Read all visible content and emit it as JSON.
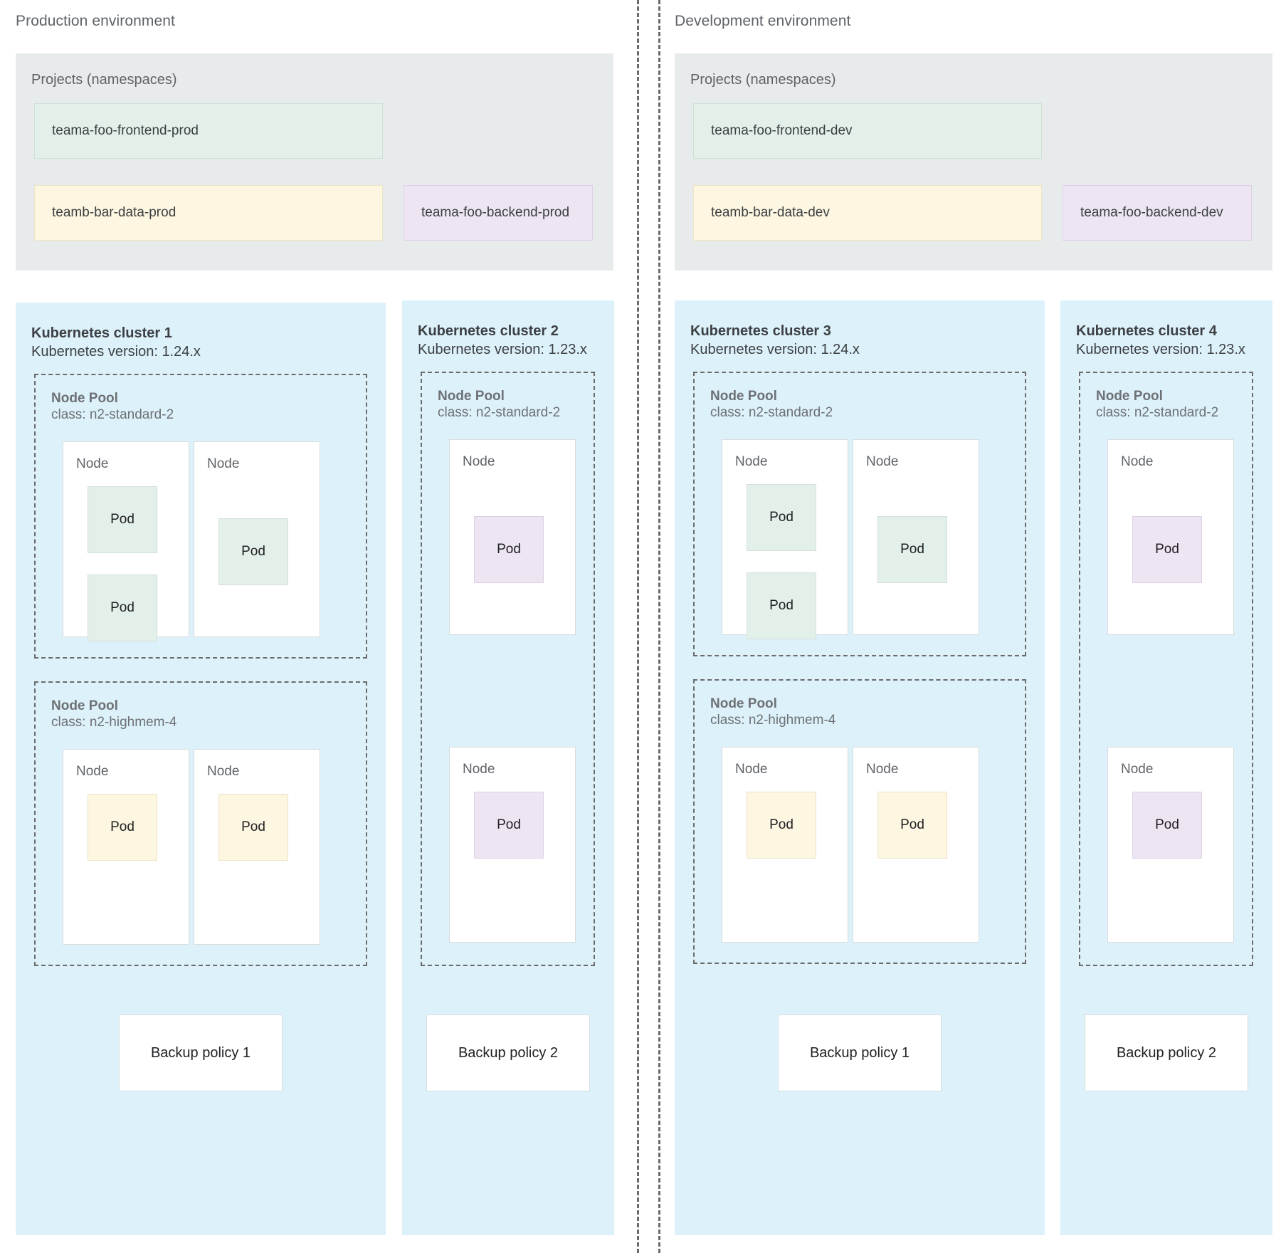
{
  "environments": [
    {
      "title": "Production environment",
      "namespaces_panel": {
        "title": "Projects (namespaces)",
        "items": [
          {
            "label": "teama-foo-frontend-prod",
            "color": "green"
          },
          {
            "label": "teamb-bar-data-prod",
            "color": "yellow"
          },
          {
            "label": "teama-foo-backend-prod",
            "color": "purple"
          }
        ]
      },
      "clusters": [
        {
          "title": "Kubernetes cluster 1",
          "version": "Kubernetes version: 1.24.x",
          "pools": [
            {
              "title": "Node Pool",
              "class": "class: n2-standard-2",
              "nodes": [
                {
                  "label": "Node",
                  "pods": [
                    {
                      "label": "Pod",
                      "color": "green"
                    },
                    {
                      "label": "Pod",
                      "color": "green"
                    }
                  ]
                },
                {
                  "label": "Node",
                  "pods": [
                    {
                      "label": "Pod",
                      "color": "green"
                    }
                  ]
                }
              ]
            },
            {
              "title": "Node Pool",
              "class": "class: n2-highmem-4",
              "nodes": [
                {
                  "label": "Node",
                  "pods": [
                    {
                      "label": "Pod",
                      "color": "yellow"
                    }
                  ]
                },
                {
                  "label": "Node",
                  "pods": [
                    {
                      "label": "Pod",
                      "color": "yellow"
                    }
                  ]
                }
              ]
            }
          ],
          "backup_policy": "Backup policy 1"
        },
        {
          "title": "Kubernetes cluster 2",
          "version": "Kubernetes version: 1.23.x",
          "pools": [
            {
              "title": "Node Pool",
              "class": "class: n2-standard-2",
              "nodes": [
                {
                  "label": "Node",
                  "pods": [
                    {
                      "label": "Pod",
                      "color": "purple"
                    }
                  ]
                },
                {
                  "label": "Node",
                  "pods": [
                    {
                      "label": "Pod",
                      "color": "purple"
                    }
                  ]
                }
              ]
            }
          ],
          "backup_policy": "Backup policy 2"
        }
      ]
    },
    {
      "title": "Development environment",
      "namespaces_panel": {
        "title": "Projects (namespaces)",
        "items": [
          {
            "label": "teama-foo-frontend-dev",
            "color": "green"
          },
          {
            "label": "teamb-bar-data-dev",
            "color": "yellow"
          },
          {
            "label": "teama-foo-backend-dev",
            "color": "purple"
          }
        ]
      },
      "clusters": [
        {
          "title": "Kubernetes cluster 3",
          "version": "Kubernetes version: 1.24.x",
          "pools": [
            {
              "title": "Node Pool",
              "class": "class: n2-standard-2",
              "nodes": [
                {
                  "label": "Node",
                  "pods": [
                    {
                      "label": "Pod",
                      "color": "green"
                    },
                    {
                      "label": "Pod",
                      "color": "green"
                    }
                  ]
                },
                {
                  "label": "Node",
                  "pods": [
                    {
                      "label": "Pod",
                      "color": "green"
                    }
                  ]
                }
              ]
            },
            {
              "title": "Node Pool",
              "class": "class: n2-highmem-4",
              "nodes": [
                {
                  "label": "Node",
                  "pods": [
                    {
                      "label": "Pod",
                      "color": "yellow"
                    }
                  ]
                },
                {
                  "label": "Node",
                  "pods": [
                    {
                      "label": "Pod",
                      "color": "yellow"
                    }
                  ]
                }
              ]
            }
          ],
          "backup_policy": "Backup policy 1"
        },
        {
          "title": "Kubernetes cluster 4",
          "version": "Kubernetes version: 1.23.x",
          "pools": [
            {
              "title": "Node Pool",
              "class": "class: n2-standard-2",
              "nodes": [
                {
                  "label": "Node",
                  "pods": [
                    {
                      "label": "Pod",
                      "color": "purple"
                    }
                  ]
                },
                {
                  "label": "Node",
                  "pods": [
                    {
                      "label": "Pod",
                      "color": "purple"
                    }
                  ]
                }
              ]
            }
          ],
          "backup_policy": "Backup policy 2"
        }
      ]
    }
  ],
  "colors": {
    "cluster_bg": "#ddf1fb",
    "panel_bg": "#e8ebec",
    "green": "#e3efe9",
    "yellow": "#fdf6e0",
    "purple": "#eee5f3",
    "divider": "#6b6b6b"
  }
}
